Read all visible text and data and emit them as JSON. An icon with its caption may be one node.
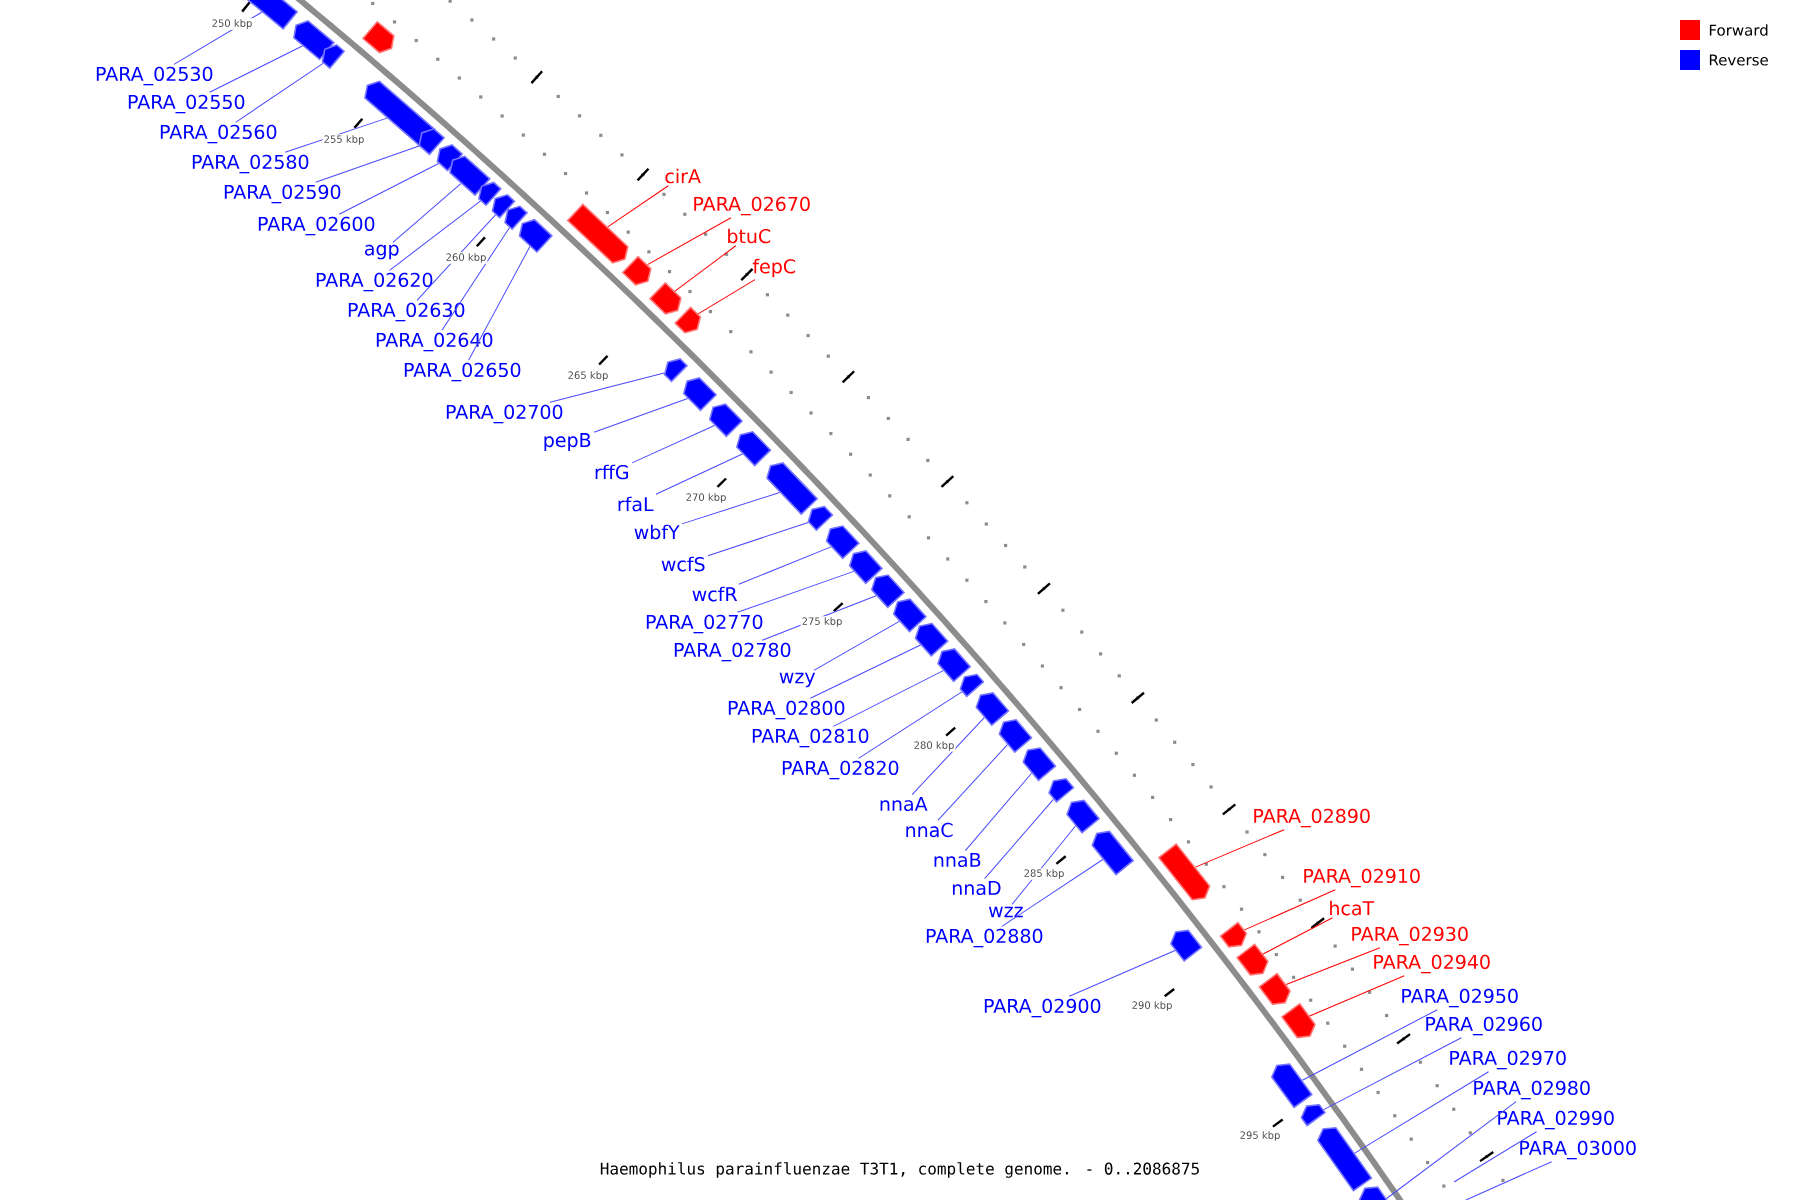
{
  "diagram": {
    "caption": "Haemophilus parainfluenzae T3T1, complete genome. - 0..2086875",
    "nodes": [
      {
        "text": [
          "PARA_02530"
        ]
      },
      {
        "text": [],
        "shape": "box"
      },
      {
        "text": [
          "PARA_02550"
        ]
      },
      {
        "text": [],
        "shape": "box"
      },
      {
        "text": [
          "PARA_02560"
        ]
      },
      {
        "text": [],
        "shape": "box"
      },
      {
        "text": [],
        "shape": "box"
      },
      {
        "text": [
          "PARA_02580"
        ]
      },
      {
        "text": [],
        "shape": "box"
      },
      {
        "text": [
          "PARA_02590"
        ]
      },
      {
        "text": [],
        "shape": "box"
      },
      {
        "text": [
          "PARA_02600"
        ]
      },
      {
        "text": [],
        "shape": "box"
      },
      {
        "text": [
          "agp"
        ]
      },
      {
        "text": [],
        "shape": "box"
      },
      {
        "text": [
          "PARA_02620"
        ]
      },
      {
        "text": [],
        "shape": "box"
      },
      {
        "text": [
          "PARA_02630"
        ]
      },
      {
        "text": [],
        "shape": "box"
      },
      {
        "text": [
          "PARA_02640"
        ]
      },
      {
        "text": [],
        "shape": "box"
      },
      {
        "text": [
          "PARA_02650"
        ]
      },
      {
        "text": [],
        "shape": "box"
      },
      {
        "text": [
          "cirA"
        ]
      },
      {
        "text": [],
        "shape": "box"
      },
      {
        "text": [
          "PARA_02670"
        ]
      },
      {
        "text": [],
        "shape": "box"
      },
      {
        "text": [
          "btuC"
        ]
      },
      {
        "text": [],
        "shape": "box"
      },
      {
        "text": [
          "fepC"
        ]
      },
      {
        "text": [],
        "shape": "box"
      },
      {
        "text": [
          "PARA_02700"
        ]
      },
      {
        "text": [],
        "shape": "box"
      },
      {
        "text": [
          "pepB"
        ]
      },
      {
        "text": [],
        "shape": "box"
      },
      {
        "text": [
          "rffG"
        ]
      },
      {
        "text": [],
        "shape": "box"
      },
      {
        "text": [
          "rfaL"
        ]
      },
      {
        "text": [],
        "shape": "box"
      },
      {
        "text": [
          "wbfY"
        ]
      },
      {
        "text": [],
        "shape": "box"
      },
      {
        "text": [
          "wcfS"
        ]
      },
      {
        "text": [],
        "shape": "box"
      },
      {
        "text": [
          "wcfR"
        ]
      },
      {
        "text": [],
        "shape": "box"
      },
      {
        "text": [
          "PARA_02770"
        ]
      },
      {
        "text": [],
        "shape": "box"
      },
      {
        "text": [
          "PARA_02780"
        ]
      },
      {
        "text": [],
        "shape": "box"
      },
      {
        "text": [
          "wzy"
        ]
      },
      {
        "text": [],
        "shape": "box"
      },
      {
        "text": [
          "PARA_02800"
        ]
      },
      {
        "text": [],
        "shape": "box"
      },
      {
        "text": [
          "PARA_02810"
        ]
      },
      {
        "text": [],
        "shape": "box"
      },
      {
        "text": [
          "PARA_02820"
        ]
      },
      {
        "text": [],
        "shape": "box"
      },
      {
        "text": [
          "nnaA"
        ]
      },
      {
        "text": [],
        "shape": "box"
      },
      {
        "text": [
          "nnaC"
        ]
      },
      {
        "text": [],
        "shape": "box"
      },
      {
        "text": [
          "nnaB"
        ]
      },
      {
        "text": [],
        "shape": "box"
      },
      {
        "text": [
          "nnaD"
        ]
      },
      {
        "text": [],
        "shape": "box"
      },
      {
        "text": [
          "wzz"
        ]
      },
      {
        "text": [],
        "shape": "box"
      },
      {
        "text": [
          "PARA_02880"
        ]
      },
      {
        "text": [],
        "shape": "box"
      },
      {
        "text": [
          "PARA_02890"
        ]
      },
      {
        "text": [],
        "shape": "box"
      },
      {
        "text": [
          "PARA_02900"
        ]
      },
      {
        "text": [],
        "shape": "box"
      },
      {
        "text": [
          "PARA_02910"
        ]
      },
      {
        "text": [],
        "shape": "box"
      },
      {
        "text": [
          "hcaT"
        ]
      },
      {
        "text": [],
        "shape": "box"
      },
      {
        "text": [
          "PARA_02930"
        ]
      },
      {
        "text": [],
        "shape": "box"
      },
      {
        "text": [
          "PARA_02940"
        ]
      },
      {
        "text": [],
        "shape": "box"
      },
      {
        "text": [
          "PARA_02950"
        ]
      },
      {
        "text": [],
        "shape": "box"
      },
      {
        "text": [
          "PARA_02960"
        ]
      },
      {
        "text": [],
        "shape": "box"
      },
      {
        "text": [
          "PARA_02970"
        ]
      },
      {
        "text": [],
        "shape": "box"
      },
      {
        "text": [
          "PARA_02980"
        ]
      },
      {
        "text": [],
        "shape": "box"
      },
      {
        "text": [
          "PARA_02990"
        ]
      },
      {
        "text": [
          "PARA_03000"
        ]
      }
    ],
    "edges": [
      {
        "from": 0,
        "to": 1,
        "arrow": "none"
      },
      {
        "from": 2,
        "to": 3,
        "arrow": "none"
      },
      {
        "from": 4,
        "to": 5,
        "arrow": "none"
      },
      {
        "from": 7,
        "to": 8,
        "arrow": "none"
      },
      {
        "from": 9,
        "to": 10,
        "arrow": "none"
      },
      {
        "from": 11,
        "to": 12,
        "arrow": "none"
      },
      {
        "from": 13,
        "to": 14,
        "arrow": "none"
      },
      {
        "from": 15,
        "to": 16,
        "arrow": "none"
      },
      {
        "from": 17,
        "to": 18,
        "arrow": "none"
      },
      {
        "from": 19,
        "to": 20,
        "arrow": "none"
      },
      {
        "from": 21,
        "to": 22,
        "arrow": "none"
      },
      {
        "from": 23,
        "to": 24,
        "arrow": "none",
        "color": "#ff0000"
      },
      {
        "from": 25,
        "to": 26,
        "arrow": "none",
        "color": "#ff0000"
      },
      {
        "from": 27,
        "to": 28,
        "arrow": "none",
        "color": "#ff0000"
      },
      {
        "from": 29,
        "to": 30,
        "arrow": "none",
        "color": "#ff0000"
      },
      {
        "from": 31,
        "to": 32,
        "arrow": "none"
      },
      {
        "from": 33,
        "to": 34,
        "arrow": "none"
      },
      {
        "from": 35,
        "to": 36,
        "arrow": "none"
      },
      {
        "from": 37,
        "to": 38,
        "arrow": "none"
      },
      {
        "from": 39,
        "to": 40,
        "arrow": "none"
      },
      {
        "from": 41,
        "to": 42,
        "arrow": "none"
      },
      {
        "from": 43,
        "to": 44,
        "arrow": "none"
      },
      {
        "from": 45,
        "to": 46,
        "arrow": "none"
      },
      {
        "from": 47,
        "to": 48,
        "arrow": "none"
      },
      {
        "from": 49,
        "to": 50,
        "arrow": "none"
      },
      {
        "from": 51,
        "to": 52,
        "arrow": "none"
      },
      {
        "from": 53,
        "to": 54,
        "arrow": "none"
      },
      {
        "from": 55,
        "to": 56,
        "arrow": "none"
      },
      {
        "from": 57,
        "to": 58,
        "arrow": "none"
      },
      {
        "from": 59,
        "to": 60,
        "arrow": "none"
      },
      {
        "from": 61,
        "to": 62,
        "arrow": "none"
      },
      {
        "from": 63,
        "to": 64,
        "arrow": "none"
      },
      {
        "from": 65,
        "to": 66,
        "arrow": "none"
      },
      {
        "from": 67,
        "to": 68,
        "arrow": "none"
      },
      {
        "from": 69,
        "to": 70,
        "arrow": "none",
        "color": "#ff0000"
      },
      {
        "from": 71,
        "to": 72,
        "arrow": "none"
      },
      {
        "from": 73,
        "to": 74,
        "arrow": "none",
        "color": "#ff0000"
      },
      {
        "from": 75,
        "to": 76,
        "arrow": "none",
        "color": "#ff0000"
      },
      {
        "from": 77,
        "to": 78,
        "arrow": "none",
        "color": "#ff0000"
      },
      {
        "from": 79,
        "to": 80,
        "arrow": "none",
        "color": "#ff0000"
      },
      {
        "from": 81,
        "to": 82,
        "arrow": "none"
      },
      {
        "from": 83,
        "to": 84,
        "arrow": "none"
      },
      {
        "from": 85,
        "to": 86,
        "arrow": "none"
      },
      {
        "from": 87,
        "to": 88,
        "arrow": "none"
      },
      {
        "from": 89,
        "to": null,
        "arrow": "none"
      },
      {
        "from": 90,
        "to": null,
        "arrow": "none"
      }
    ],
    "labels": [
      "250 kbp",
      "255 kbp",
      "260 kbp",
      "265 kbp",
      "270 kbp",
      "275 kbp",
      "280 kbp",
      "285 kbp",
      "290 kbp",
      "295 kbp"
    ],
    "legend": [
      {
        "text": "Forward",
        "color": "#ff0000"
      },
      {
        "text": "Reverse",
        "color": "#0000ff"
      }
    ]
  }
}
